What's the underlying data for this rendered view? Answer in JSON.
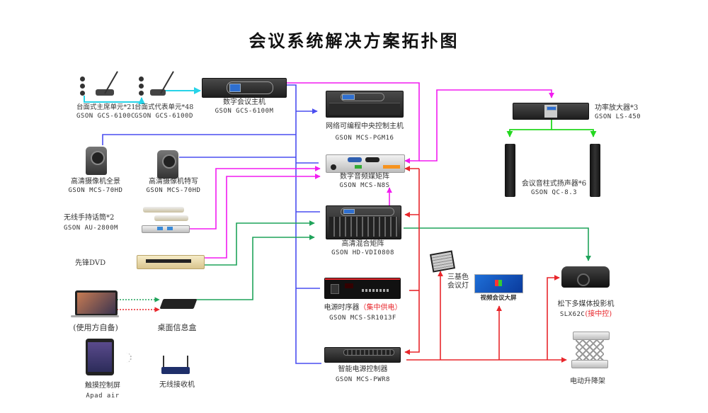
{
  "title": "会议系统解决方案拓扑图",
  "colors": {
    "control_blue": "#4a4ef0",
    "audio_magenta": "#f21cf0",
    "video_green": "#1fa35a",
    "speaker_green": "#23d81f",
    "power_red": "#e8262b",
    "cyan_link": "#27d3e8"
  },
  "devices": {
    "chairman_unit": {
      "name": "台面式主席单元*21",
      "model": "GSON  GCS-6100C",
      "icon": "gooseneck-mic-icon"
    },
    "delegate_unit": {
      "name": "台面式代表单元*48",
      "model": "GSON  GCS-6100D",
      "icon": "gooseneck-mic-icon"
    },
    "conference_host": {
      "name": "数字会议主机",
      "model": "GSON  GCS-6100M",
      "icon": "rack-unit-icon"
    },
    "central_control": {
      "name": "网络可编程中央控制主机",
      "model": "GSON  MCS-PGM16",
      "icon": "rack-unit-icon"
    },
    "audio_matrix": {
      "name": "数字音频媒矩阵",
      "model": "GSON  MCS-N8S",
      "icon": "rack-unit-icon"
    },
    "hd_matrix": {
      "name": "高清混合矩阵",
      "model": "GSON  HD-VDI0808",
      "icon": "rack-unit-icon"
    },
    "power_sequencer": {
      "name": "电源时序器",
      "name_note": "（集中供电）",
      "model": "GSON  MCS-SR1013F",
      "icon": "rack-unit-icon"
    },
    "power_controller": {
      "name": "智能电源控制器",
      "model": "GSON  MCS-PWR8",
      "icon": "rack-unit-icon"
    },
    "amplifier": {
      "name": "功率放大器*3",
      "model": "GSON  LS-450",
      "icon": "amplifier-icon"
    },
    "column_speaker": {
      "name": "会议音柱式扬声器*6",
      "model": "GSON  QC-8.3",
      "icon": "column-speaker-icon"
    },
    "camera_wide": {
      "name": "高清摄像机全景",
      "model": "GSON  MCS-70HD",
      "icon": "ptz-camera-icon"
    },
    "camera_close": {
      "name": "高清摄像机特写",
      "model": "GSON  MCS-70HD",
      "icon": "ptz-camera-icon"
    },
    "wireless_mic": {
      "name": "无线手持话筒*2",
      "model": "GSON  AU-2800M",
      "icon": "wireless-mic-icon"
    },
    "dvd": {
      "name": "先锋DVD",
      "icon": "dvd-player-icon"
    },
    "laptop": {
      "name": "(使用方自备)",
      "icon": "laptop-icon"
    },
    "table_box": {
      "name": "桌面信息盒",
      "icon": "table-box-icon"
    },
    "tablet": {
      "name": "触摸控制屏",
      "model": "Apad air",
      "icon": "tablet-icon"
    },
    "wireless_receiver": {
      "name": "无线接收机",
      "icon": "wifi-router-icon"
    },
    "light": {
      "name_line1": "三基色",
      "name_line2": "会议灯",
      "icon": "stage-light-icon"
    },
    "video_wall": {
      "name": "视频会议大屏",
      "icon": "video-wall-icon"
    },
    "projector": {
      "name": "松下多媒体投影机",
      "model": "SLX62C",
      "model_note": "(接中控)",
      "icon": "projector-icon"
    },
    "lift": {
      "name": "电动升降架",
      "icon": "projector-lift-icon"
    }
  }
}
